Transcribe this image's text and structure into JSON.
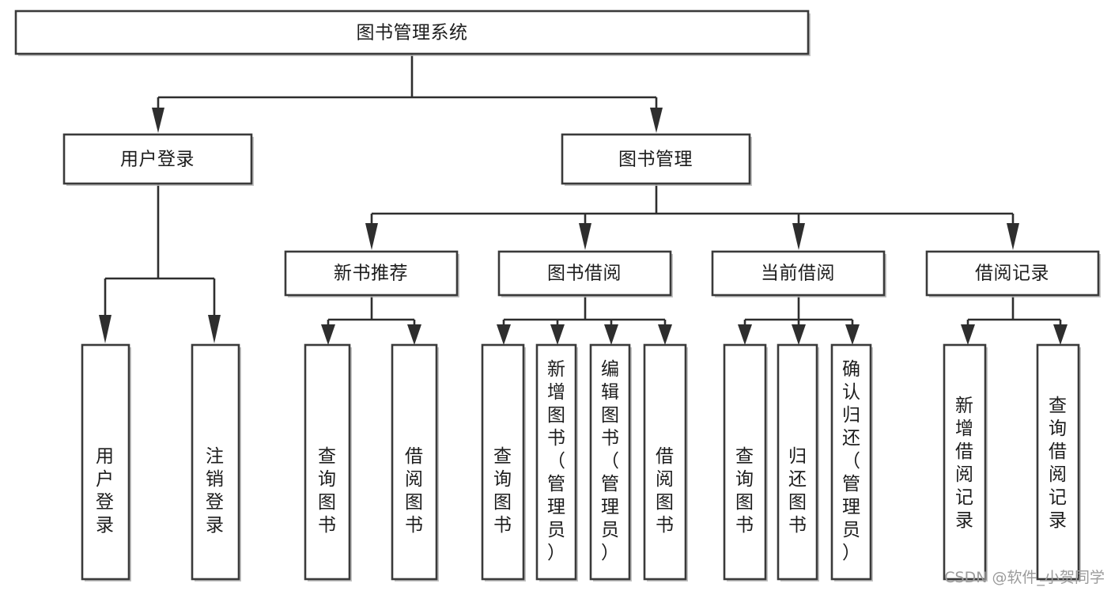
{
  "diagram": {
    "title": "图书管理系统",
    "type": "tree",
    "root": {
      "id": "root",
      "label": "图书管理系统",
      "level": 0
    },
    "level1": [
      {
        "id": "user-login",
        "label": "用户登录"
      },
      {
        "id": "book-manage",
        "label": "图书管理"
      }
    ],
    "level2": [
      {
        "id": "new-book-recommend",
        "label": "新书推荐",
        "parent": "book-manage"
      },
      {
        "id": "book-borrow",
        "label": "图书借阅",
        "parent": "book-manage"
      },
      {
        "id": "current-borrow",
        "label": "当前借阅",
        "parent": "book-manage"
      },
      {
        "id": "borrow-record",
        "label": "借阅记录",
        "parent": "book-manage"
      }
    ],
    "leaves": [
      {
        "id": "leaf-user-login",
        "label": "用户登录",
        "parent": "user-login"
      },
      {
        "id": "leaf-logout-login",
        "label": "注销登录",
        "parent": "user-login"
      },
      {
        "id": "leaf-query-book-1",
        "label": "查询图书",
        "parent": "new-book-recommend"
      },
      {
        "id": "leaf-borrow-book-1",
        "label": "借阅图书",
        "parent": "new-book-recommend"
      },
      {
        "id": "leaf-query-book-2",
        "label": "查询图书",
        "parent": "book-borrow"
      },
      {
        "id": "leaf-add-book",
        "label": "新增图书（管理员）",
        "parent": "book-borrow"
      },
      {
        "id": "leaf-edit-book",
        "label": "编辑图书（管理员）",
        "parent": "book-borrow"
      },
      {
        "id": "leaf-borrow-book-2",
        "label": "借阅图书",
        "parent": "book-borrow"
      },
      {
        "id": "leaf-query-book-3",
        "label": "查询图书",
        "parent": "current-borrow"
      },
      {
        "id": "leaf-return-book",
        "label": "归还图书",
        "parent": "current-borrow"
      },
      {
        "id": "leaf-confirm-return",
        "label": "确认归还（管理员）",
        "parent": "current-borrow"
      },
      {
        "id": "leaf-add-record",
        "label": "新增借阅记录",
        "parent": "borrow-record"
      },
      {
        "id": "leaf-query-record",
        "label": "查询借阅记录",
        "parent": "borrow-record"
      }
    ]
  },
  "watermark": {
    "text": "CSDN @软件_小贺同学"
  },
  "colors": {
    "background": "#ffffff",
    "box_fill": "#ffffff",
    "box_stroke": "#3a3a3a",
    "connector": "#2e2e2e",
    "text": "#1c1c1c",
    "watermark": "#9b9b9b"
  }
}
